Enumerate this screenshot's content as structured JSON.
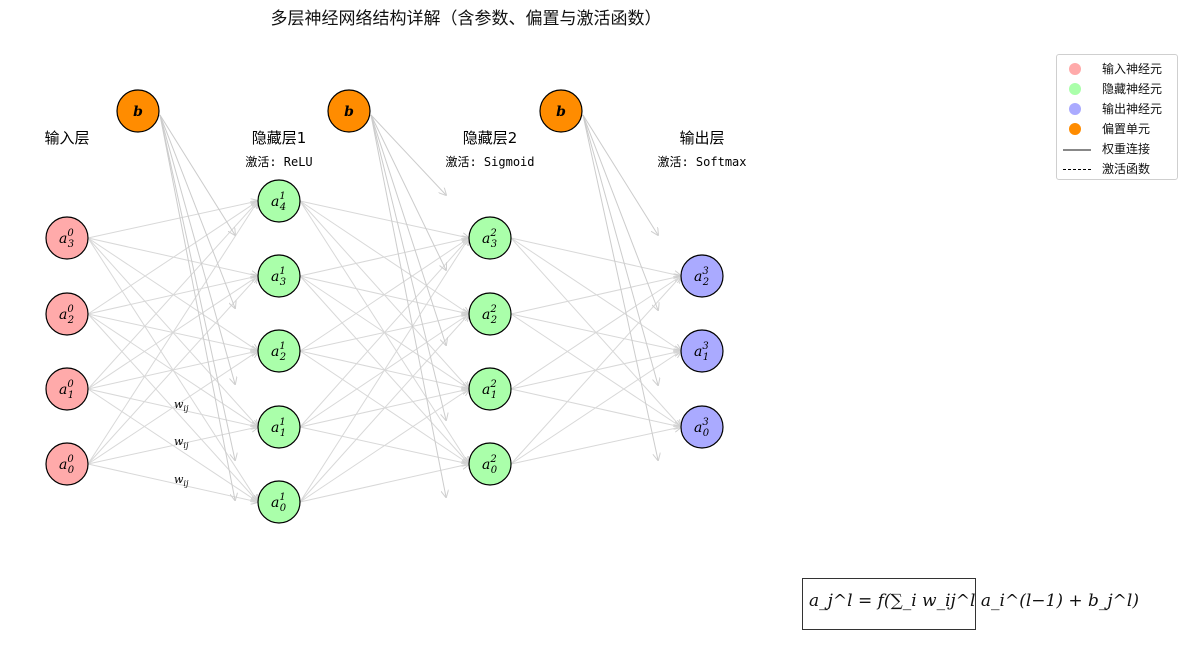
{
  "title": "多层神经网络结构详解（含参数、偏置与激活函数）",
  "colors": {
    "input": "#ffaaaa",
    "hidden": "#aaffaa",
    "output": "#aaaaff",
    "bias": "#ff8c00",
    "edge": "#d8d8d8",
    "outline": "#000000"
  },
  "layers": [
    {
      "title": "输入层",
      "activation": "",
      "role": "input",
      "neurons": [
        {
          "base": "a",
          "sup": "0",
          "sub": "3"
        },
        {
          "base": "a",
          "sup": "0",
          "sub": "2"
        },
        {
          "base": "a",
          "sup": "0",
          "sub": "1"
        },
        {
          "base": "a",
          "sup": "0",
          "sub": "0"
        }
      ],
      "weight_labels": [
        "w",
        "w",
        "w"
      ],
      "weight_label_sub": "ij"
    },
    {
      "title": "隐藏层1",
      "activation": "激活: ReLU",
      "role": "hidden",
      "neurons": [
        {
          "base": "a",
          "sup": "1",
          "sub": "4"
        },
        {
          "base": "a",
          "sup": "1",
          "sub": "3"
        },
        {
          "base": "a",
          "sup": "1",
          "sub": "2"
        },
        {
          "base": "a",
          "sup": "1",
          "sub": "1"
        },
        {
          "base": "a",
          "sup": "1",
          "sub": "0"
        }
      ]
    },
    {
      "title": "隐藏层2",
      "activation": "激活: Sigmoid",
      "role": "hidden",
      "neurons": [
        {
          "base": "a",
          "sup": "2",
          "sub": "3"
        },
        {
          "base": "a",
          "sup": "2",
          "sub": "2"
        },
        {
          "base": "a",
          "sup": "2",
          "sub": "1"
        },
        {
          "base": "a",
          "sup": "2",
          "sub": "0"
        }
      ]
    },
    {
      "title": "输出层",
      "activation": "激活: Softmax",
      "role": "output",
      "neurons": [
        {
          "base": "a",
          "sup": "3",
          "sub": "2"
        },
        {
          "base": "a",
          "sup": "3",
          "sub": "1"
        },
        {
          "base": "a",
          "sup": "3",
          "sub": "0"
        }
      ]
    }
  ],
  "bias_units": [
    {
      "label": "b"
    },
    {
      "label": "b"
    },
    {
      "label": "b"
    }
  ],
  "legend": [
    {
      "label": "输入神经元",
      "kind": "circle",
      "color": "#ffaaaa"
    },
    {
      "label": "隐藏神经元",
      "kind": "circle",
      "color": "#aaffaa"
    },
    {
      "label": "输出神经元",
      "kind": "circle",
      "color": "#aaaaff"
    },
    {
      "label": "偏置单元",
      "kind": "circle",
      "color": "#ff8c00"
    },
    {
      "label": "权重连接",
      "kind": "solid-line",
      "color": "#888888"
    },
    {
      "label": "激活函数",
      "kind": "dashed-line",
      "color": "#000000"
    }
  ],
  "formula": "a_j^l = f(∑_i w_ij^l a_i^(l−1) + b_j^l)"
}
